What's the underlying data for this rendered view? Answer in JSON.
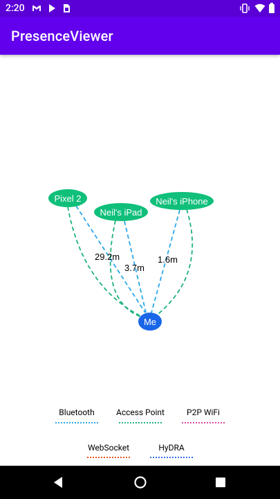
{
  "status_bar": {
    "time": "2:20",
    "notification_icons": [
      "gmail-icon",
      "play-store-icon",
      "sim-card-icon"
    ],
    "status_icons": [
      "vibrate-icon",
      "wifi-icon",
      "battery-icon"
    ]
  },
  "app_bar": {
    "title": "PresenceViewer"
  },
  "graph": {
    "nodes": [
      {
        "id": "me",
        "label": "Me",
        "color": "#1a66e8"
      },
      {
        "id": "pixel2",
        "label": "Pixel 2",
        "color": "#0fbf7a"
      },
      {
        "id": "ipad",
        "label": "Neil's iPad",
        "color": "#0fbf7a"
      },
      {
        "id": "iphone",
        "label": "Neil's iPhone",
        "color": "#0fbf7a"
      }
    ],
    "edge_labels": {
      "pixel2": "29.2m",
      "ipad": "3.7m",
      "iphone": "1.6m"
    }
  },
  "legend": {
    "bluetooth": {
      "label": "Bluetooth",
      "color": "#2aa6e8"
    },
    "access_point": {
      "label": "Access Point",
      "color": "#1eb37a"
    },
    "p2p_wifi": {
      "label": "P2P WiFi",
      "color": "#e0469a"
    },
    "websocket": {
      "label": "WebSocket",
      "color": "#e0531e"
    },
    "hydra": {
      "label": "HyDRA",
      "color": "#2f6de6"
    }
  },
  "nav_bar": {
    "back": "back-icon",
    "home": "home-icon",
    "recents": "recents-icon"
  }
}
